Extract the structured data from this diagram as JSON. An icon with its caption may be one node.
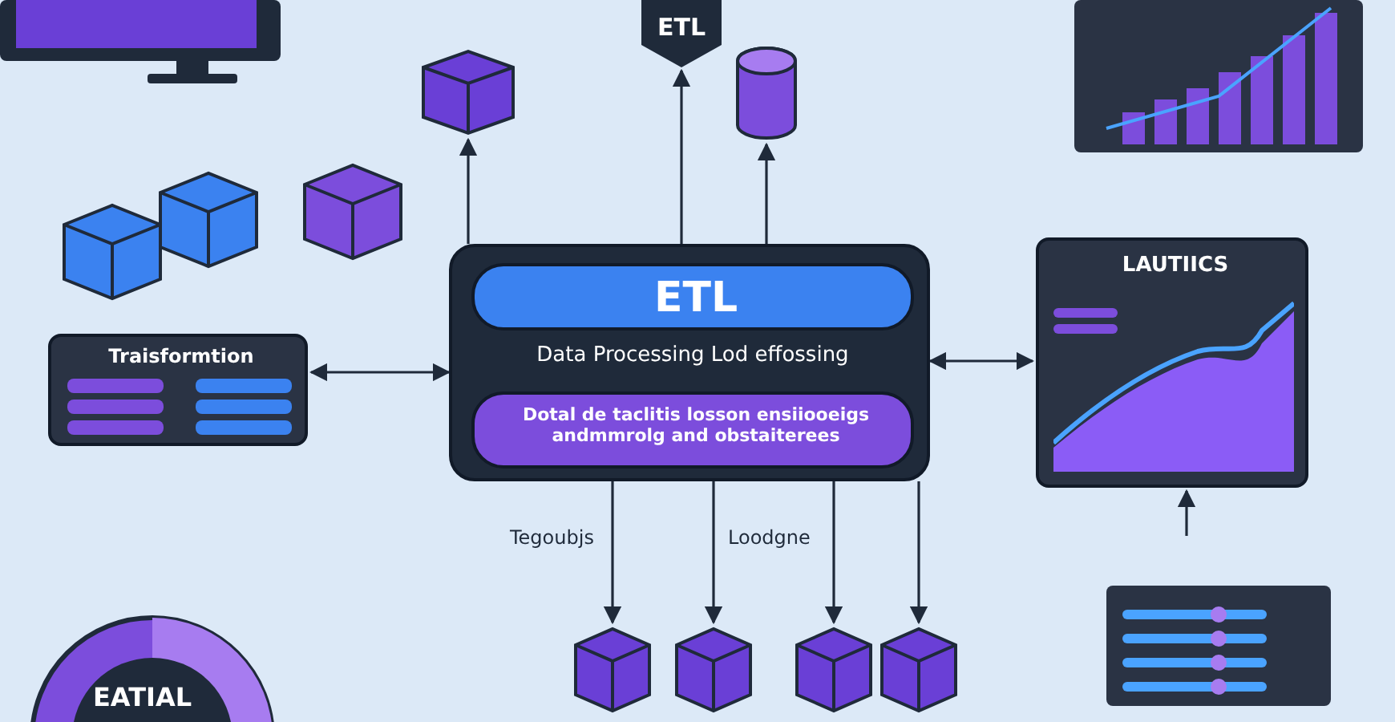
{
  "diagram": {
    "nodes": [
      {
        "text": [
          "Data Processing Lod effossing"
        ]
      },
      {
        "text": [
          "ETL"
        ],
        "in": 0
      },
      {
        "text": [
          "Dotal de taclitis losson ensiiooeigs andmmrolg and obstaiterees"
        ],
        "in": 0
      },
      {
        "text": [
          "ETL"
        ]
      },
      {
        "text": [
          "Traisformtion"
        ]
      },
      {
        "text": [
          "LAUTIICS"
        ]
      },
      {
        "text": [],
        "shape": "box"
      },
      {
        "text": [],
        "shape": "cylinder"
      },
      {
        "text": [],
        "shape": "box"
      },
      {
        "text": [],
        "shape": "box"
      },
      {
        "text": [],
        "shape": "box"
      },
      {
        "text": [],
        "shape": "box"
      }
    ],
    "edges": [
      {
        "from": 0,
        "to": 3,
        "arrow": "to"
      },
      {
        "from": 0,
        "to": 6,
        "arrow": "to"
      },
      {
        "from": 0,
        "to": 7,
        "arrow": "to"
      },
      {
        "from": 0,
        "to": 4,
        "arrow": "both"
      },
      {
        "from": 0,
        "to": 5,
        "arrow": "both"
      },
      {
        "from": 0,
        "to": 8,
        "arrow": "to"
      },
      {
        "from": 0,
        "to": 9,
        "arrow": "to"
      },
      {
        "from": 0,
        "to": 10,
        "arrow": "to"
      },
      {
        "from": 0,
        "to": 11,
        "arrow": "to"
      },
      {
        "from": null,
        "to": 5,
        "arrow": "to"
      }
    ],
    "labels": [
      "Tegoubjs",
      "Loodgne",
      "EATIAL"
    ]
  }
}
